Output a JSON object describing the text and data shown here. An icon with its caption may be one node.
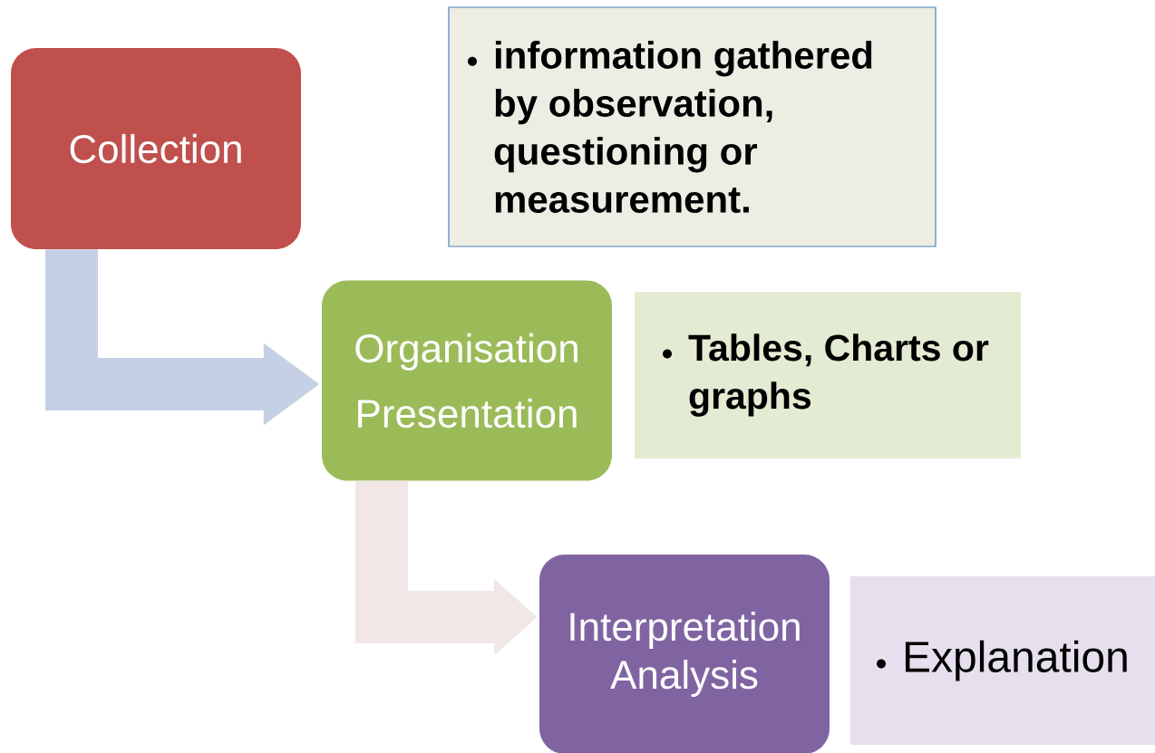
{
  "diagram": {
    "nodes": [
      {
        "text": [
          "Collection"
        ]
      },
      {
        "text": [
          "information gathered by observation, questioning or measurement."
        ]
      },
      {
        "text": [
          "Organisation Presentation"
        ]
      },
      {
        "text": [
          "Tables, Charts or graphs"
        ]
      },
      {
        "text": [
          "Interpretation Analysis"
        ]
      },
      {
        "text": [
          "Explanation"
        ]
      }
    ],
    "edges": [
      {
        "from": 0,
        "to": 2,
        "arrow": "to",
        "color": "#c5d0e4"
      },
      {
        "from": 2,
        "to": 4,
        "arrow": "to",
        "color": "#f2e7e7"
      }
    ]
  }
}
